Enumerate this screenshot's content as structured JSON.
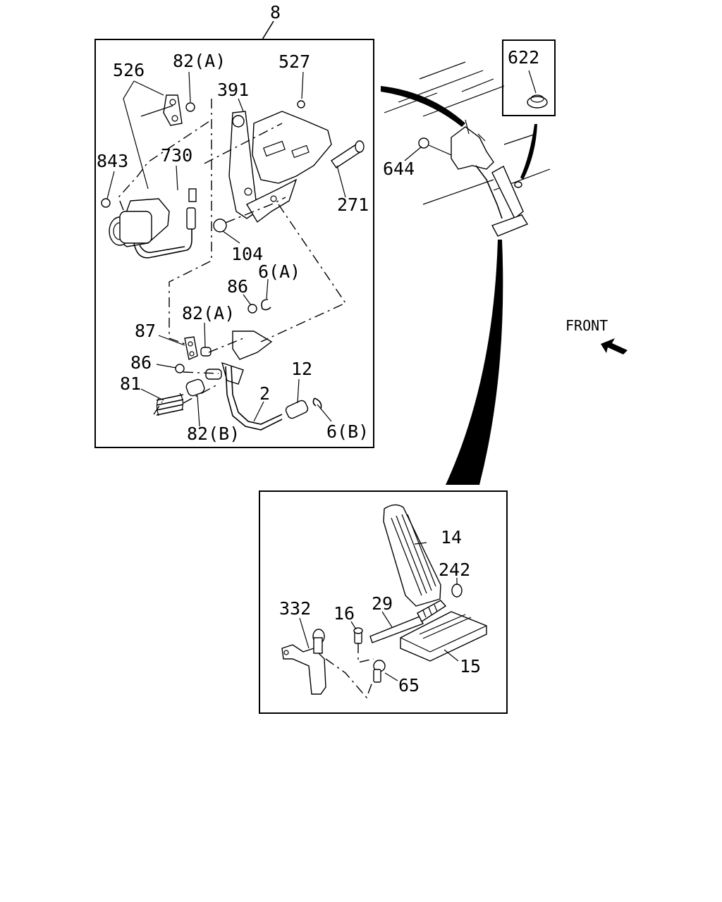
{
  "labels": {
    "assembly": "8",
    "p526": "526",
    "p82a_top": "82(A)",
    "p527": "527",
    "p391": "391",
    "p843": "843",
    "p730": "730",
    "p271": "271",
    "p104": "104",
    "p86_upper": "86",
    "p6a": "6(A)",
    "p82a_mid": "82(A)",
    "p87": "87",
    "p86_lower": "86",
    "p81": "81",
    "p82b": "82(B)",
    "p2": "2",
    "p12": "12",
    "p6b": "6(B)",
    "p622": "622",
    "p644": "644",
    "front": "FRONT",
    "p14": "14",
    "p242": "242",
    "p29": "29",
    "p332": "332",
    "p16": "16",
    "p15": "15",
    "p65": "65"
  },
  "icons": {
    "front_arrow": "arrow-icon"
  }
}
